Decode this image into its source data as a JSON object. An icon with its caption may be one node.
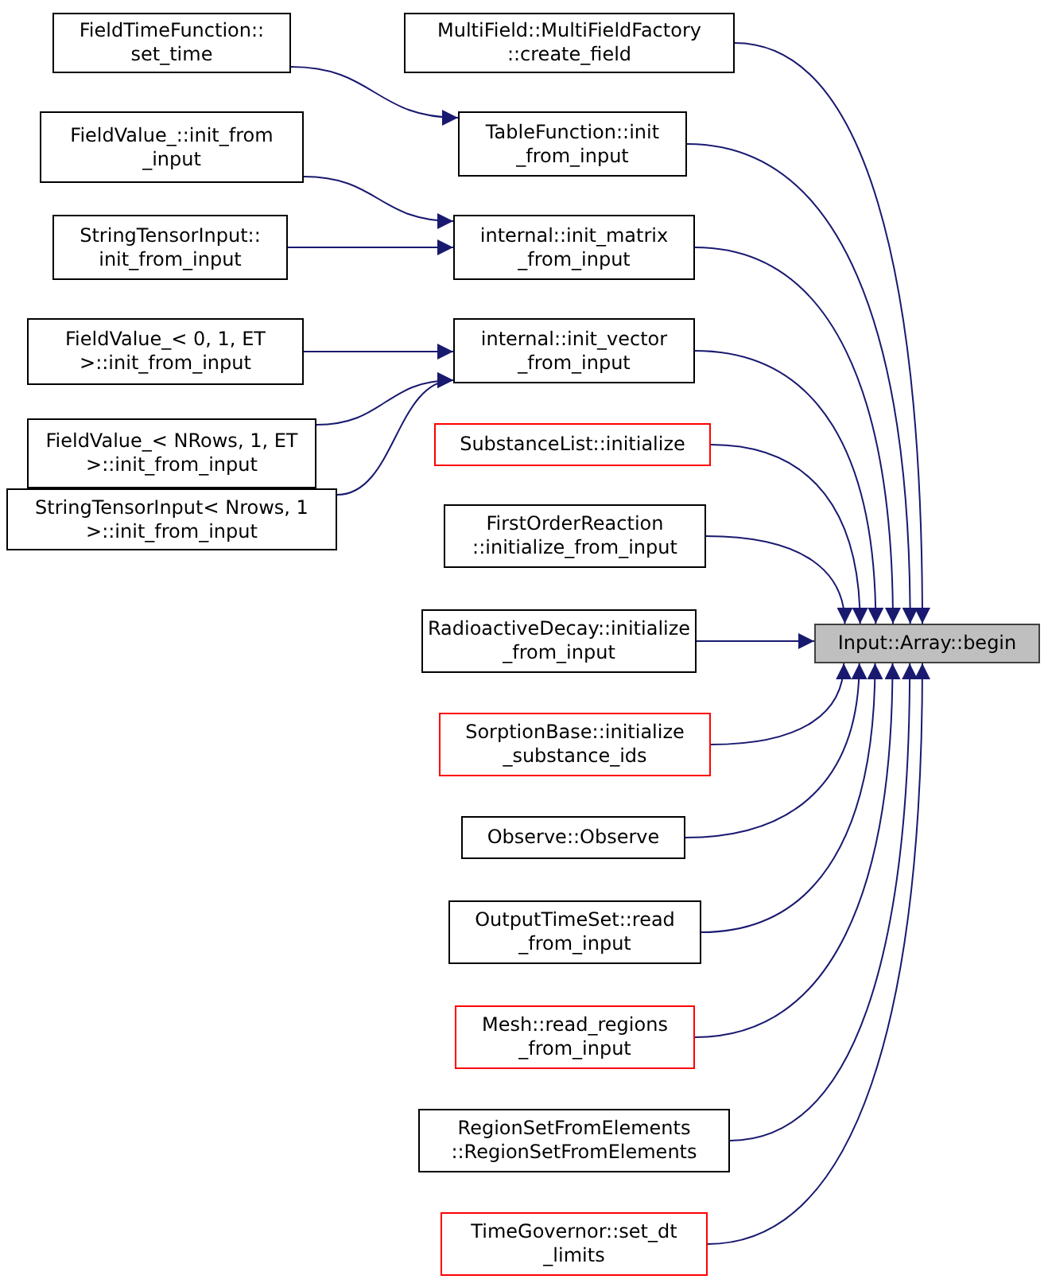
{
  "diagram": {
    "nodes": [
      {
        "text": [
          "FieldTimeFunction:: set_time"
        ]
      },
      {
        "text": [
          "MultiField::MultiFieldFactory ::create_field"
        ]
      },
      {
        "text": [
          "FieldValue_::init_from _input"
        ]
      },
      {
        "text": [
          "TableFunction::init _from_input"
        ]
      },
      {
        "text": [
          "StringTensorInput:: init_from_input"
        ]
      },
      {
        "text": [
          "internal::init_matrix _from_input"
        ]
      },
      {
        "text": [
          "FieldValue_< 0, 1, ET >::init_from_input"
        ]
      },
      {
        "text": [
          "internal::init_vector _from_input"
        ]
      },
      {
        "text": [
          "FieldValue_< NRows, 1, ET >::init_from_input"
        ]
      },
      {
        "text": [
          "StringTensorInput< Nrows, 1 >::init_from_input"
        ]
      },
      {
        "text": [
          "SubstanceList::initialize"
        ]
      },
      {
        "text": [
          "FirstOrderReaction ::initialize_from_input"
        ]
      },
      {
        "text": [
          "RadioactiveDecay::initialize _from_input"
        ]
      },
      {
        "text": [
          "Input::Array::begin"
        ]
      },
      {
        "text": [
          "SorptionBase::initialize _substance_ids"
        ]
      },
      {
        "text": [
          "Observe::Observe"
        ]
      },
      {
        "text": [
          "OutputTimeSet::read _from_input"
        ]
      },
      {
        "text": [
          "Mesh::read_regions _from_input"
        ]
      },
      {
        "text": [
          "RegionSetFromElements ::RegionSetFromElements"
        ]
      },
      {
        "text": [
          "TimeGovernor::set_dt _limits"
        ]
      }
    ],
    "edges": [
      {
        "from": 0,
        "to": 3,
        "arrow": "to"
      },
      {
        "from": 2,
        "to": 5,
        "arrow": "to"
      },
      {
        "from": 4,
        "to": 5,
        "arrow": "to"
      },
      {
        "from": 6,
        "to": 7,
        "arrow": "to"
      },
      {
        "from": 8,
        "to": 7,
        "arrow": "to"
      },
      {
        "from": 9,
        "to": 7,
        "arrow": "to"
      },
      {
        "from": 1,
        "to": 13,
        "arrow": "to"
      },
      {
        "from": 3,
        "to": 13,
        "arrow": "to"
      },
      {
        "from": 5,
        "to": 13,
        "arrow": "to"
      },
      {
        "from": 7,
        "to": 13,
        "arrow": "to"
      },
      {
        "from": 10,
        "to": 13,
        "arrow": "to"
      },
      {
        "from": 11,
        "to": 13,
        "arrow": "to"
      },
      {
        "from": 12,
        "to": 13,
        "arrow": "to"
      },
      {
        "from": 14,
        "to": 13,
        "arrow": "to"
      },
      {
        "from": 15,
        "to": 13,
        "arrow": "to"
      },
      {
        "from": 16,
        "to": 13,
        "arrow": "to"
      },
      {
        "from": 17,
        "to": 13,
        "arrow": "to"
      },
      {
        "from": 18,
        "to": 13,
        "arrow": "to"
      },
      {
        "from": 19,
        "to": 13,
        "arrow": "to"
      }
    ]
  }
}
